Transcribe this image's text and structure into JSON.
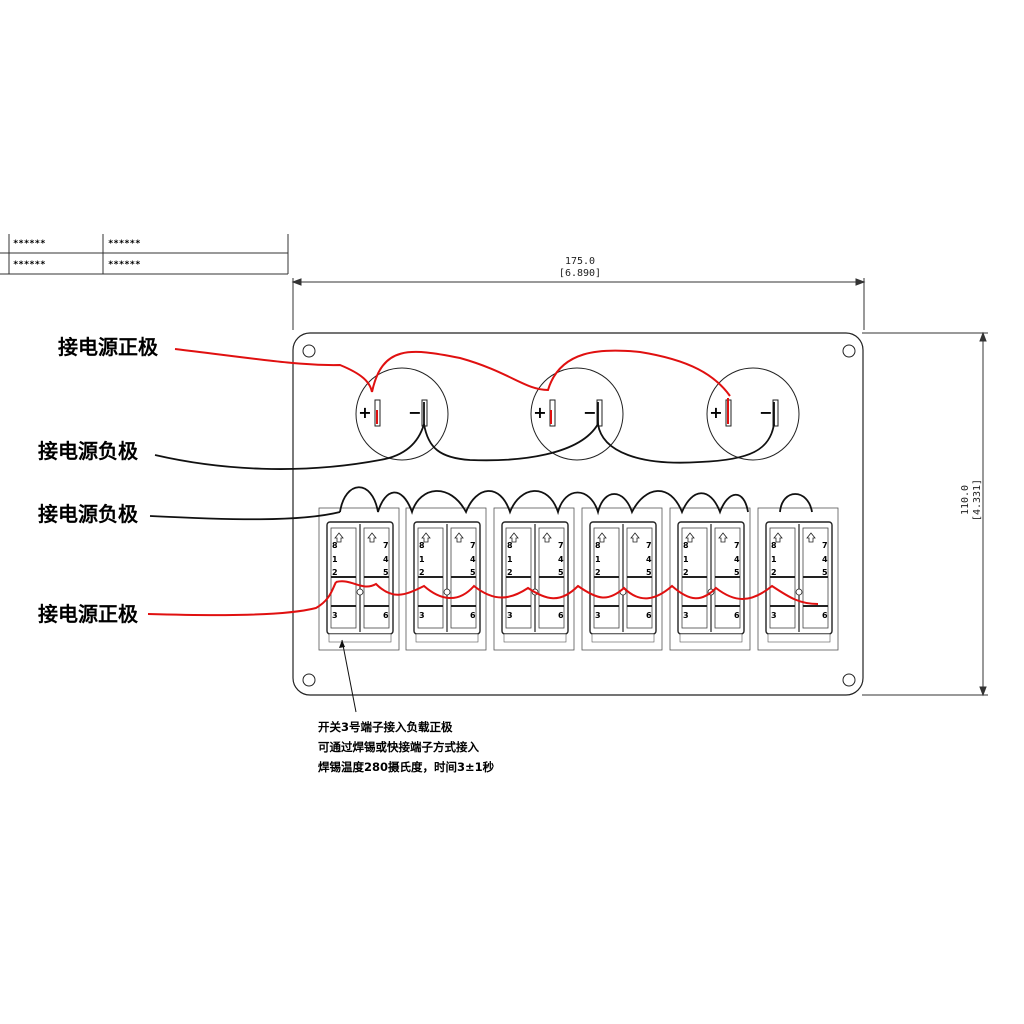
{
  "table": {
    "rows": [
      [
        "******",
        "******"
      ],
      [
        "******",
        "******"
      ]
    ]
  },
  "dimensions": {
    "width_mm": "175.0",
    "width_in": "[6.890]",
    "height_mm": "110.0",
    "height_in": "[4.331]"
  },
  "labels": {
    "top_positive": "接电源正极",
    "top_negative": "接电源负极",
    "bottom_negative": "接电源负极",
    "bottom_positive": "接电源正极"
  },
  "sockets": [
    {
      "plus": "+",
      "minus": "−"
    },
    {
      "plus": "+",
      "minus": "−"
    },
    {
      "plus": "+",
      "minus": "−"
    }
  ],
  "switch_pins": {
    "left_column": [
      "8",
      "1",
      "2",
      "3"
    ],
    "right_column": [
      "7",
      "4",
      "5",
      "6"
    ]
  },
  "note": {
    "line1": "开关3号端子接入负载正极",
    "line2": "可通过焊锡或快接端子方式接入",
    "line3": "焊锡温度280摄氏度，时间3±1秒"
  },
  "colors": {
    "positive_wire": "#e01010",
    "negative_wire": "#111111",
    "outline": "#222222"
  }
}
